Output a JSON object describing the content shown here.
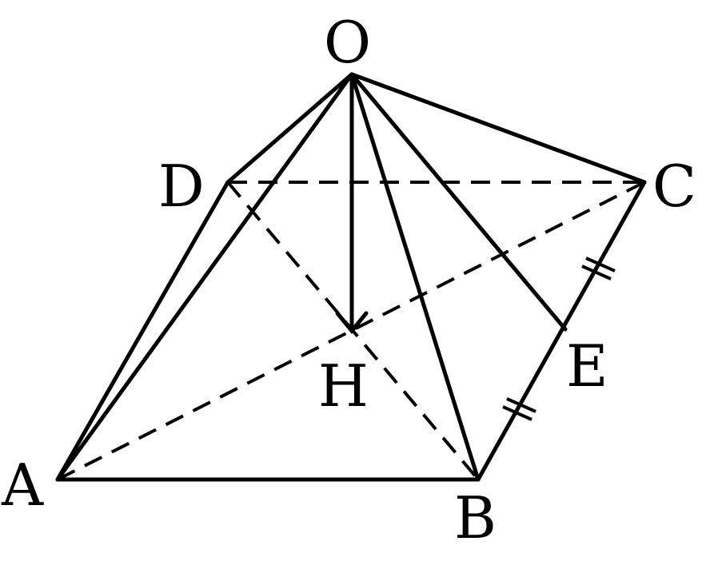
{
  "labels": {
    "O": "O",
    "A": "A",
    "B": "B",
    "C": "C",
    "D": "D",
    "E": "E",
    "H": "H"
  }
}
